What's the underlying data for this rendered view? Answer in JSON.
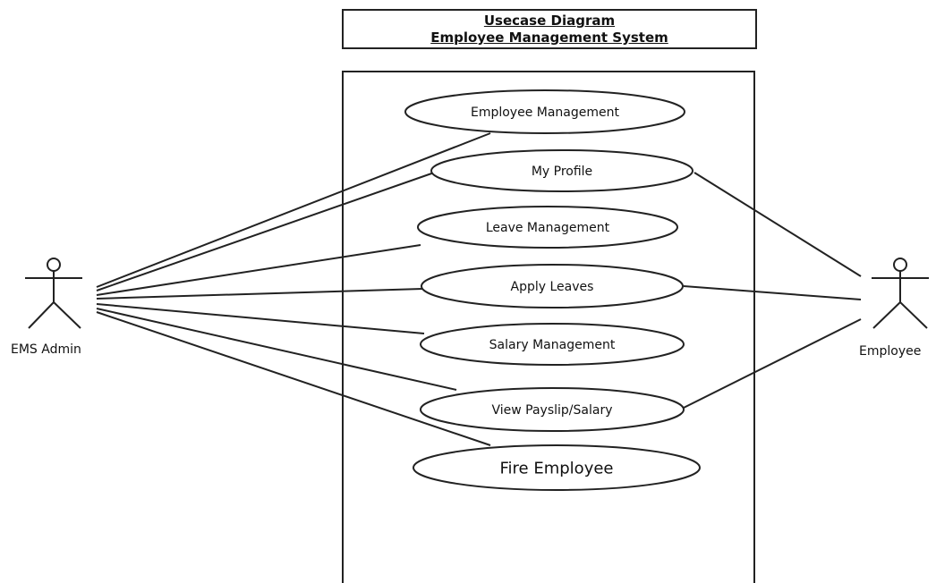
{
  "title": {
    "line1": "Usecase Diagram",
    "line2": "Employee Management System"
  },
  "actors": {
    "admin": "EMS Admin",
    "employee": "Employee"
  },
  "use_cases": [
    "Employee Management",
    "My Profile",
    "Leave Management",
    "Apply Leaves",
    "Salary Management",
    "View Payslip/Salary",
    "Fire Employee"
  ],
  "associations": {
    "EMS Admin": [
      "Employee Management",
      "My Profile",
      "Leave Management",
      "Apply Leaves",
      "Salary Management",
      "View Payslip/Salary",
      "Fire Employee"
    ],
    "Employee": [
      "My Profile",
      "Apply Leaves",
      "View Payslip/Salary"
    ]
  },
  "colors": {
    "stroke": "#222222",
    "background": "#ffffff"
  }
}
